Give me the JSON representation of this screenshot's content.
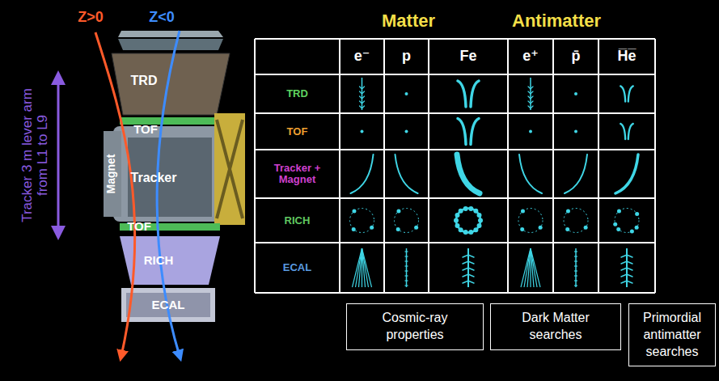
{
  "diagram": {
    "nodes": [
      {
        "text": [
          "Cosmic-ray properties"
        ]
      },
      {
        "text": [
          "Dark Matter searches"
        ]
      },
      {
        "text": [
          "Primordial antimatter searches"
        ]
      }
    ],
    "labels": [
      "Z>0",
      "Z<0",
      "Tracker 3 m lever arm from L1 to L9",
      "TRD",
      "TOF",
      "Magnet",
      "Tracker",
      "TOF",
      "RICH",
      "ECAL",
      "Matter",
      "Antimatter",
      "e⁻",
      "p",
      "Fe",
      "e⁺",
      "p̄",
      "H̅e̅",
      "TRD",
      "TOF",
      "Tracker + Magnet",
      "RICH",
      "ECAL"
    ]
  }
}
